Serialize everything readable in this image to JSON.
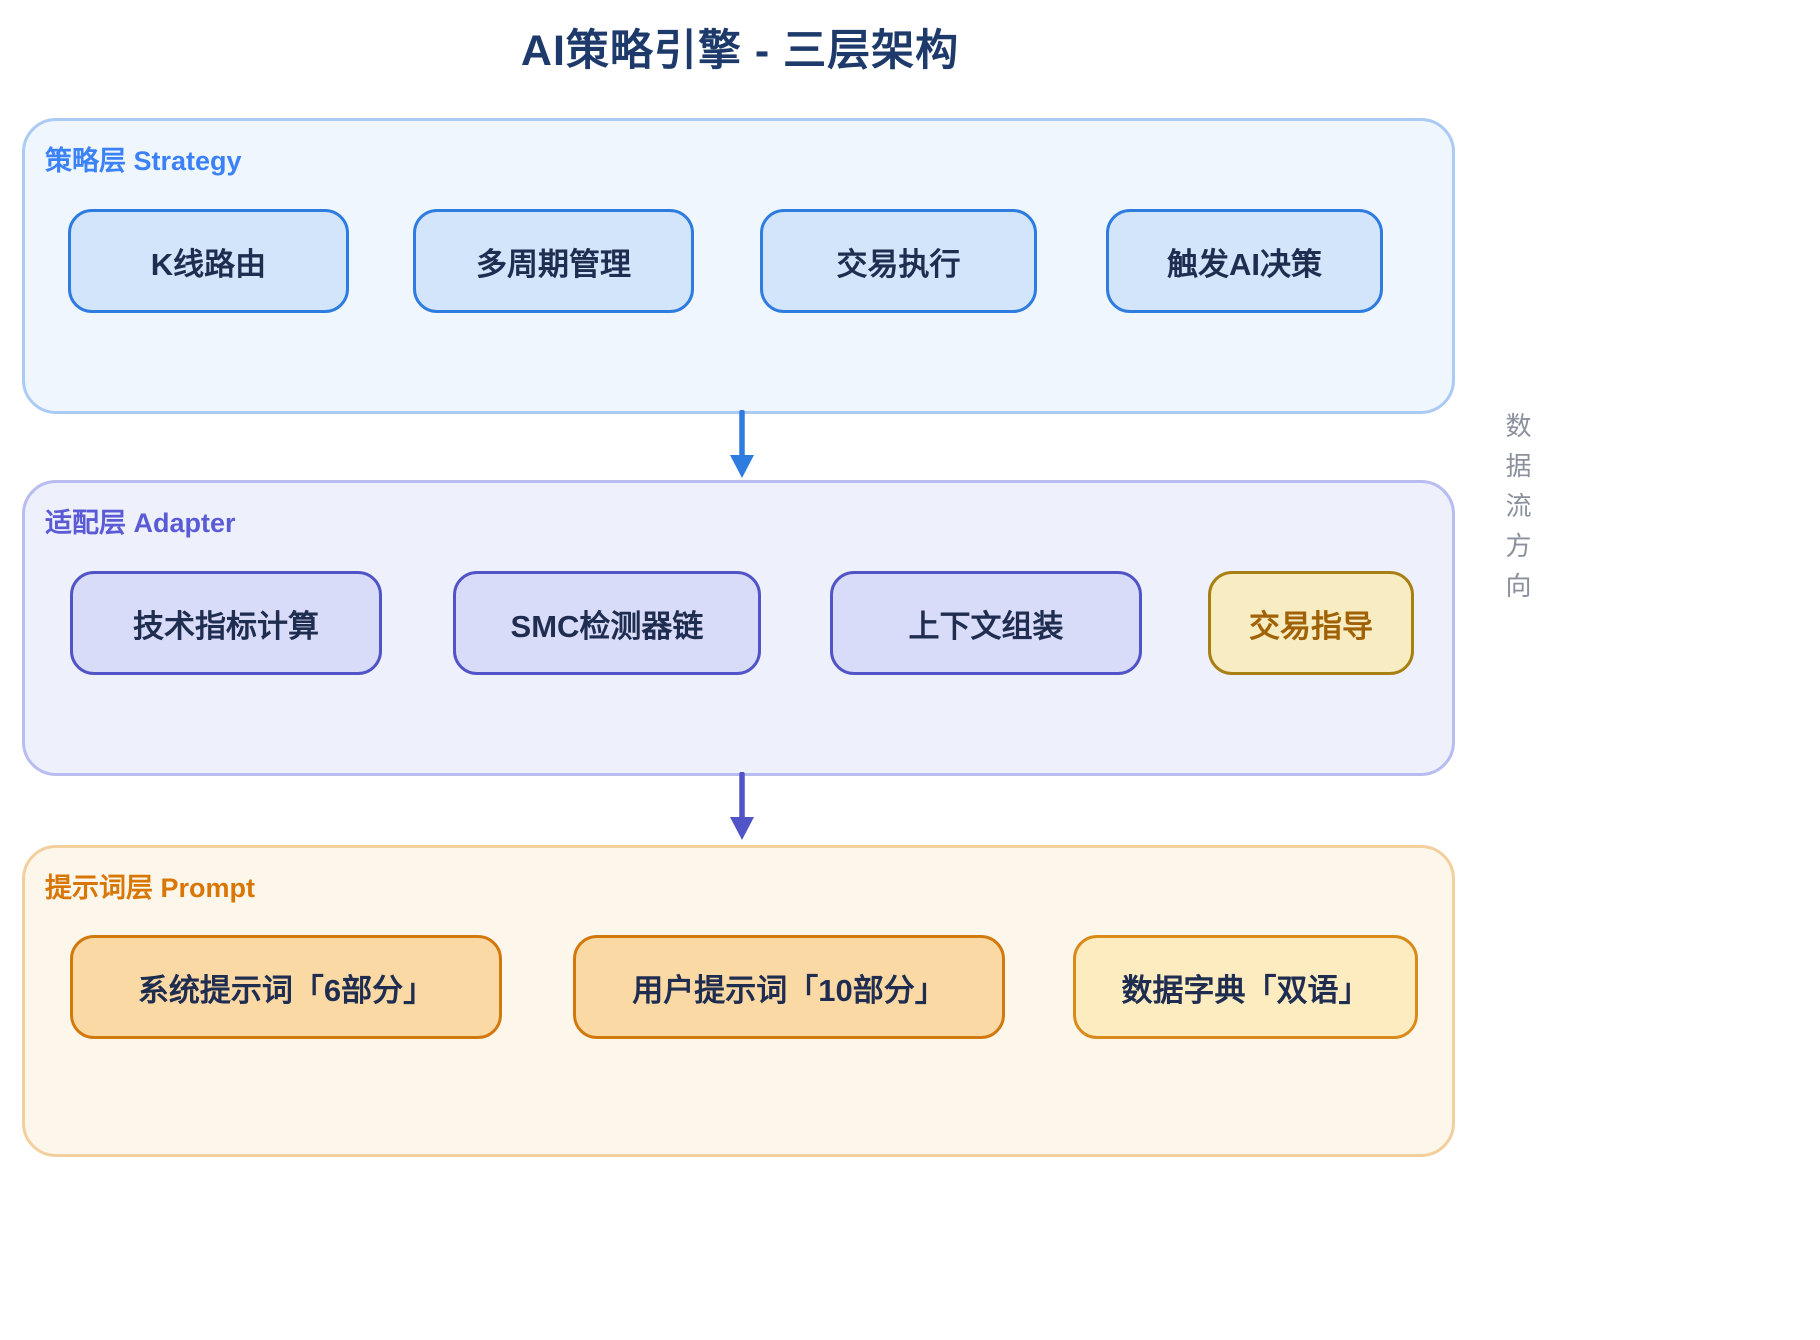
{
  "title": "AI策略引擎 - 三层架构",
  "flow_direction_label": "数据流方向",
  "colors": {
    "strategy_accent": "#3b82f6",
    "adapter_accent": "#5b5bd6",
    "prompt_accent": "#d97706",
    "arrow_blue": "#2e7ce0",
    "arrow_purple": "#5154c6",
    "highlight_border": "#a87f12",
    "highlight_text": "#a16207"
  },
  "layers": [
    {
      "id": "strategy",
      "label": "策略层 Strategy",
      "boxes": [
        {
          "label": "K线路由"
        },
        {
          "label": "多周期管理"
        },
        {
          "label": "交易执行"
        },
        {
          "label": "触发AI决策"
        }
      ]
    },
    {
      "id": "adapter",
      "label": "适配层 Adapter",
      "boxes": [
        {
          "label": "技术指标计算"
        },
        {
          "label": "SMC检测器链"
        },
        {
          "label": "上下文组装"
        },
        {
          "label": "交易指导",
          "highlight": true
        }
      ]
    },
    {
      "id": "prompt",
      "label": "提示词层 Prompt",
      "boxes": [
        {
          "label": "系统提示词「6部分」"
        },
        {
          "label": "用户提示词「10部分」"
        },
        {
          "label": "数据字典「双语」",
          "highlight": true
        }
      ]
    }
  ]
}
